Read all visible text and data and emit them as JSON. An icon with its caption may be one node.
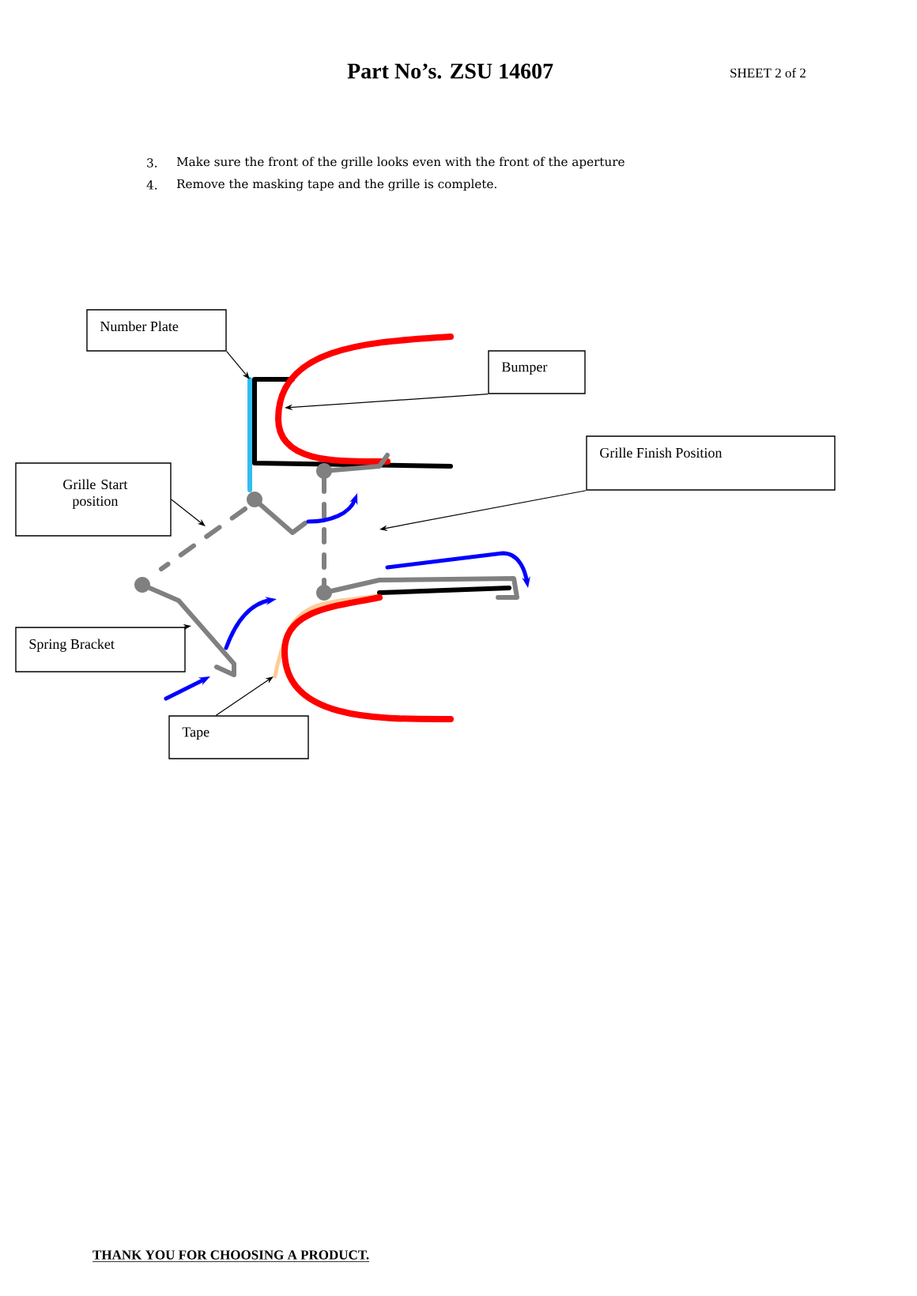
{
  "diagram": {
    "title": "Part No’s. ZSU 14607",
    "nodes": [
      {
        "text": [
          "Number Plate"
        ]
      },
      {
        "text": [
          "Bumper"
        ]
      },
      {
        "text": [
          "Grille Finish Position"
        ]
      },
      {
        "text": [
          "Grille Start position"
        ]
      },
      {
        "text": [
          "Spring Bracket"
        ]
      },
      {
        "text": [
          "Tape"
        ]
      }
    ],
    "edges": [
      {
        "from": 0,
        "to": null,
        "arrow": "to"
      },
      {
        "from": 1,
        "to": null,
        "arrow": "to"
      },
      {
        "from": 2,
        "to": null,
        "arrow": "to"
      },
      {
        "from": 3,
        "to": null,
        "arrow": "to"
      },
      {
        "from": 4,
        "to": null,
        "arrow": "to"
      },
      {
        "from": 5,
        "to": null,
        "arrow": "to"
      }
    ],
    "labels": [
      "SHEET 2 of 2",
      "3.",
      "Make sure the front of the grille looks even with the front of the aperture",
      "4.",
      "Remove the masking tape and the grille is complete.",
      "THANK YOU FOR CHOOSING A PRODUCT."
    ]
  }
}
